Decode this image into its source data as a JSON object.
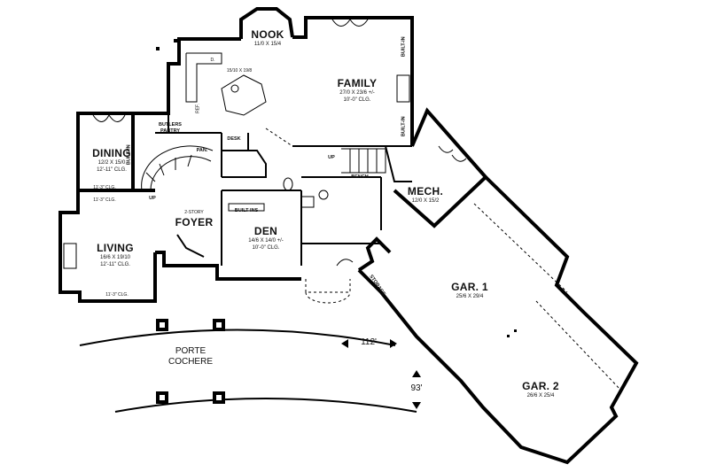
{
  "rooms": {
    "nook": {
      "name": "NOOK",
      "dim": "11/0 X 15/4"
    },
    "kitchen": {
      "dim": "15/10 X 19/8"
    },
    "family": {
      "name": "FAMILY",
      "dim1": "27/0 X 23/6 +/-",
      "dim2": "10'-0\" CLG."
    },
    "dining": {
      "name": "DINING",
      "dim1": "12/2 X 15/0",
      "dim2": "12'-11\" CLG."
    },
    "living": {
      "name": "LIVING",
      "dim1": "16/6 X 19/10",
      "dim2": "12'-11\" CLG."
    },
    "foyer": {
      "name": "FOYER",
      "note": "2-STORY"
    },
    "den": {
      "name": "DEN",
      "dim1": "14/6 X 14/0 +/-",
      "dim2": "10'-0\" CLG."
    },
    "mech": {
      "name": "MECH.",
      "dim": "12/0 X 15/2"
    },
    "gar1": {
      "name": "GAR. 1",
      "dim": "25/6 X 29/4"
    },
    "gar2": {
      "name": "GAR. 2",
      "dim": "26/6 X 25/4"
    },
    "porte": {
      "line1": "PORTE",
      "line2": "COCHERE"
    }
  },
  "notes": {
    "butlers": "BUTLERS",
    "pantry": "PANTRY",
    "pan": "PAN.",
    "desk": "DESK",
    "up1": "UP",
    "up2": "UP",
    "bench": "BENCH",
    "builtins": "BUILT-INS",
    "builtin_a": "BUILT-IN",
    "builtin_b": "BUILT-IN",
    "builtin_c": "BUILT-IN",
    "storage": "STORAGE",
    "clg_dining_a": "11'-3\" CLG.",
    "clg_dining_b": "11'-3\" CLG.",
    "clg_living": "11'-3\" CLG.",
    "d": "D.",
    "ref": "REF."
  },
  "dimensions": {
    "width": "112'",
    "depth": "93'"
  }
}
